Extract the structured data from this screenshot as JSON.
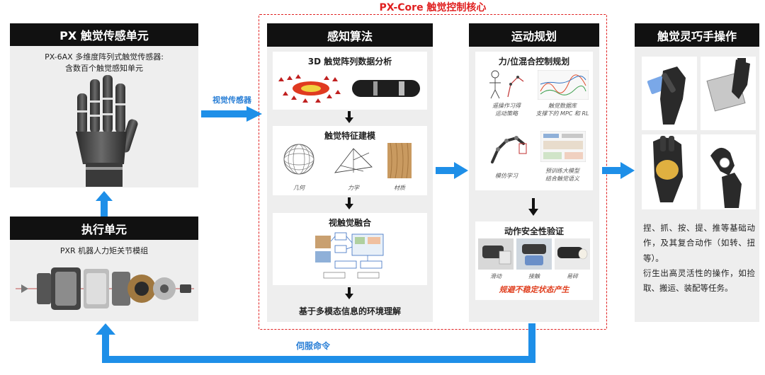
{
  "core": {
    "title": "PX-Core 触觉控制核心"
  },
  "sensing": {
    "header": "PX 触觉传感单元",
    "description_line1": "PX-6AX 多维度阵列式触觉传感器:",
    "description_line2": "含数百个触觉感知单元"
  },
  "execution": {
    "header": "执行单元",
    "description": "PXR 机器人力矩关节模组"
  },
  "perception": {
    "header": "感知算法",
    "card1_title": "3D 触觉阵列数据分析",
    "card2_title": "触觉特征建模",
    "card2_labels": [
      "几何",
      "力学",
      "材质"
    ],
    "card3_title": "视触觉融合",
    "footer": "基于多模态信息的环境理解"
  },
  "motion": {
    "header": "运动规划",
    "card1_title": "力/位混合控制规划",
    "card1_labels": [
      "遥操作习得\n运动策略",
      "触觉数据库\n支撑下的 MPC 和 RL",
      "模仿学习",
      "预训练大模型\n结合触觉语义"
    ],
    "card2_title": "动作安全性验证",
    "card2_labels": [
      "滑动",
      "接触",
      "易碎"
    ],
    "card2_footer": "规避不稳定状态产生"
  },
  "dexterous": {
    "header": "触觉灵巧手操作",
    "description_p1": "捏、抓、按、提、推等基础动作，及其复合动作（如转、扭等）。",
    "description_p2": "衍生出高灵活性的操作，如捡取、搬运、装配等任务。"
  },
  "arrows": {
    "visual_sensor_label": "视觉传感器",
    "servo_label": "伺服命令"
  },
  "colors": {
    "arrow_blue": "#1e8fe8",
    "core_red": "#e02020",
    "header_black": "#111111",
    "panel_gray": "#eeeeee"
  }
}
